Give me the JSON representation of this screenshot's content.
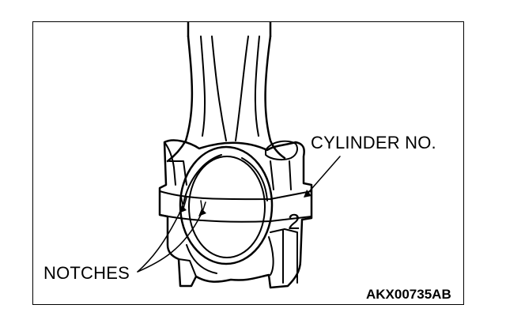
{
  "labels": {
    "cylinder_no": "CYLINDER NO.",
    "notches": "NOTCHES",
    "figure_code": "AKX00735AB"
  },
  "stamp": {
    "digit": "2"
  }
}
